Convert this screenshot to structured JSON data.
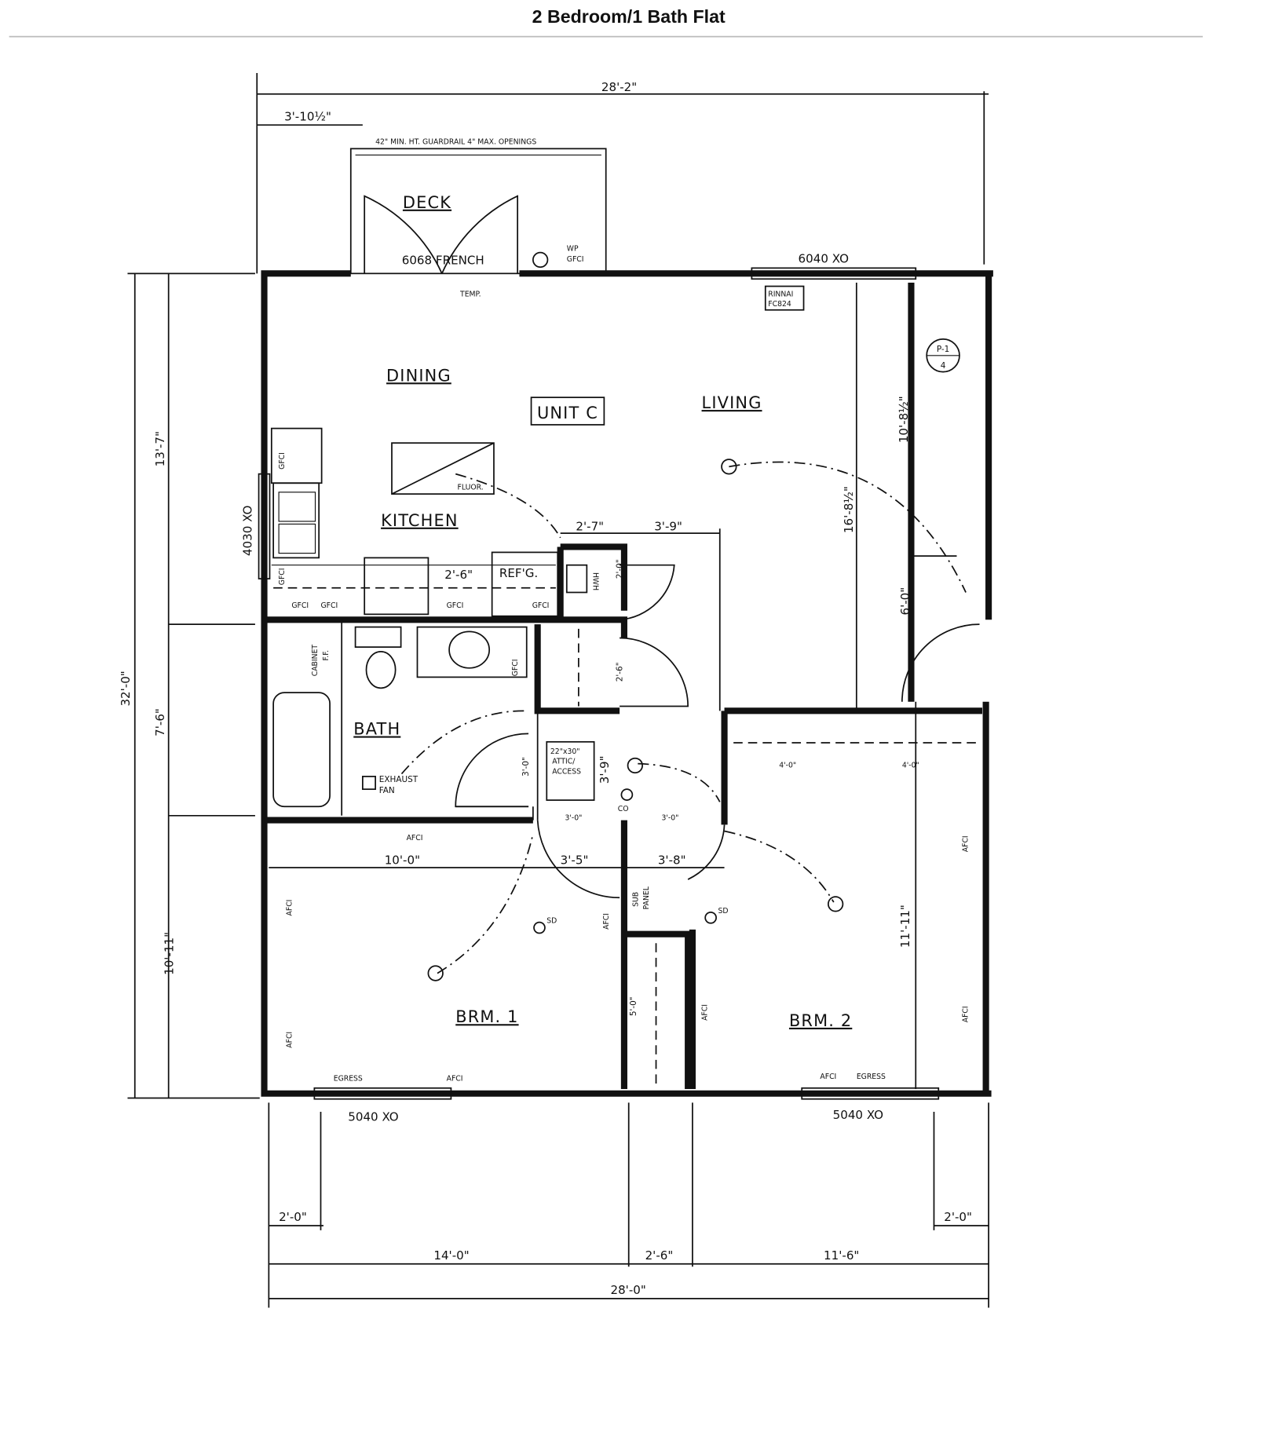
{
  "title": "2 Bedroom/1 Bath Flat",
  "rooms": {
    "deck": "DECK",
    "dining": "DINING",
    "unit": "UNIT C",
    "living": "LIVING",
    "kitchen": "KITCHEN",
    "bath": "BATH",
    "bedroom1": "BRM. 1",
    "bedroom2": "BRM. 2"
  },
  "notes": {
    "guardrail": "42\" MIN. HT. GUARDRAIL 4\" MAX. OPENINGS",
    "french_door": "6068 FRENCH",
    "window_top": "6040 XO",
    "window_left": "4030 XO",
    "window_br1": "5040 XO",
    "window_br2": "5040 XO",
    "temp": "TEMP.",
    "wp": "WP",
    "rinnai_1": "RINNAI",
    "rinnai_2": "FC824",
    "fluor": "FLUOR.",
    "refg": "REF'G.",
    "hwh": "HWH",
    "cabinet": "CABINET",
    "ff": "F.F.",
    "exhaust": "EXHAUST",
    "fan": "FAN",
    "attic_1": "22\"x30\"",
    "attic_2": "ATTIC/",
    "attic_3": "ACCESS",
    "co": "CO",
    "sub": "SUB",
    "panel": "PANEL",
    "sd": "SD",
    "egress": "EGRESS",
    "gfci": "GFCI",
    "afci": "AFCI",
    "p1": "P-1",
    "p1_num": "4"
  },
  "dimensions": {
    "overall_top": "28'-2\"",
    "deck_offset": "3'-10½\"",
    "overall_left": "32'-0\"",
    "left_1": "13'-7\"",
    "left_2": "7'-6\"",
    "left_3": "10'-11\"",
    "living_1": "10'-8½\"",
    "living_2": "16'-8½\"",
    "living_3": "6'-0\"",
    "hall_1": "2'-7\"",
    "hall_2": "3'-9\"",
    "range": "2'-6\"",
    "hwh_door": "2'-0\"",
    "closet_door": "2'-6\"",
    "bath_door": "3'-0\"",
    "hall_v": "3'-9\"",
    "door_3a": "3'-0\"",
    "door_3b": "3'-0\"",
    "closet_4a": "4'-0\"",
    "closet_4b": "4'-0\"",
    "br1_width": "10'-0\"",
    "hall_w": "3'-5\"",
    "br2_hall": "3'-8\"",
    "closet_v": "5'-0\"",
    "br2_v": "11'-11\"",
    "bot_2a": "2'-0\"",
    "bot_2b": "2'-0\"",
    "bot_14": "14'-0\"",
    "bot_26": "2'-6\"",
    "bot_116": "11'-6\"",
    "overall_bottom": "28'-0\""
  }
}
